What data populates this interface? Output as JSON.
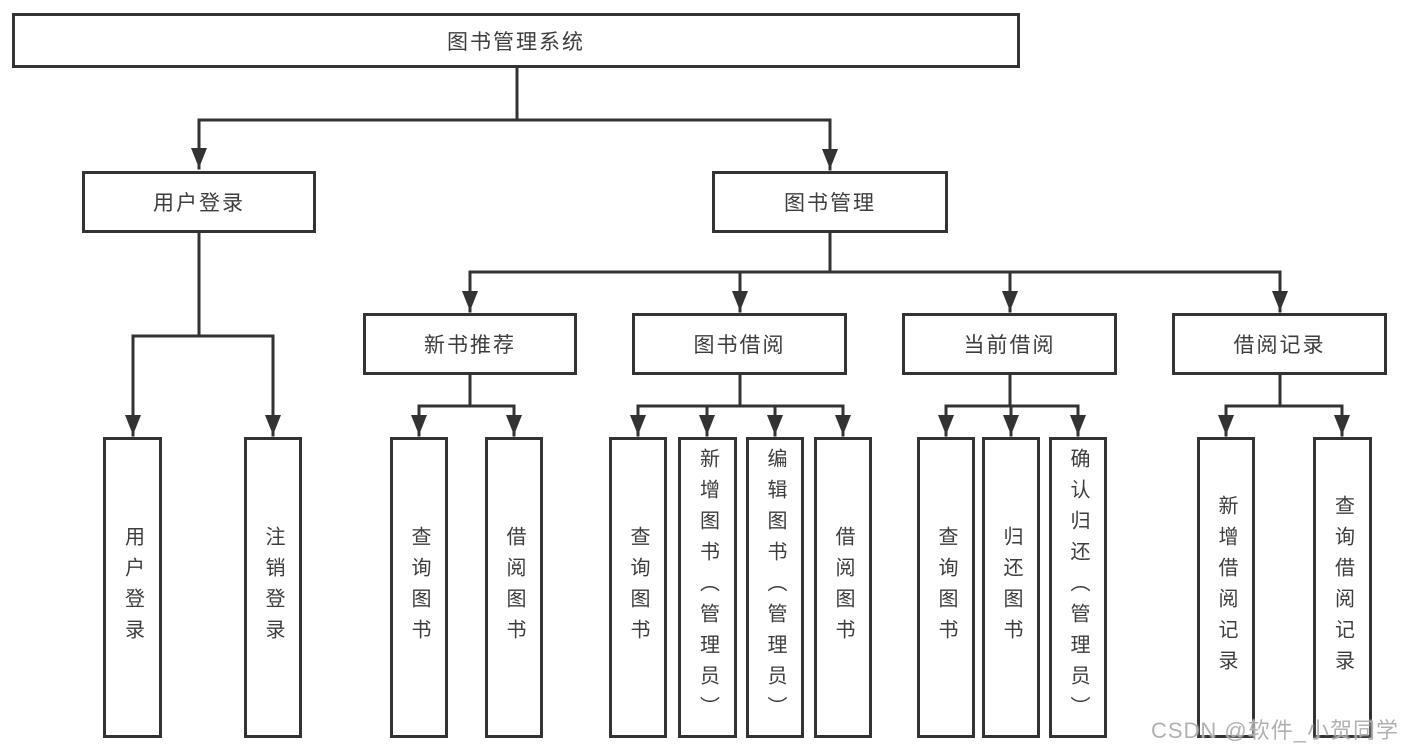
{
  "diagram": {
    "watermark": "CSDN @软件_小贺同学",
    "tree": {
      "root": {
        "label": "图书管理系统",
        "children": [
          {
            "label": "用户登录",
            "children": [
              {
                "label": "用户登录"
              },
              {
                "label": "注销登录"
              }
            ]
          },
          {
            "label": "图书管理",
            "children": [
              {
                "label": "新书推荐",
                "children": [
                  {
                    "label": "查询图书"
                  },
                  {
                    "label": "借阅图书"
                  }
                ]
              },
              {
                "label": "图书借阅",
                "children": [
                  {
                    "label": "查询图书"
                  },
                  {
                    "label": "新增图书（管理员）"
                  },
                  {
                    "label": "编辑图书（管理员）"
                  },
                  {
                    "label": "借阅图书"
                  }
                ]
              },
              {
                "label": "当前借阅",
                "children": [
                  {
                    "label": "查询图书"
                  },
                  {
                    "label": "归还图书"
                  },
                  {
                    "label": "确认归还（管理员）"
                  }
                ]
              },
              {
                "label": "借阅记录",
                "children": [
                  {
                    "label": "新增借阅记录"
                  },
                  {
                    "label": "查询借阅记录"
                  }
                ]
              }
            ]
          }
        ]
      }
    }
  }
}
